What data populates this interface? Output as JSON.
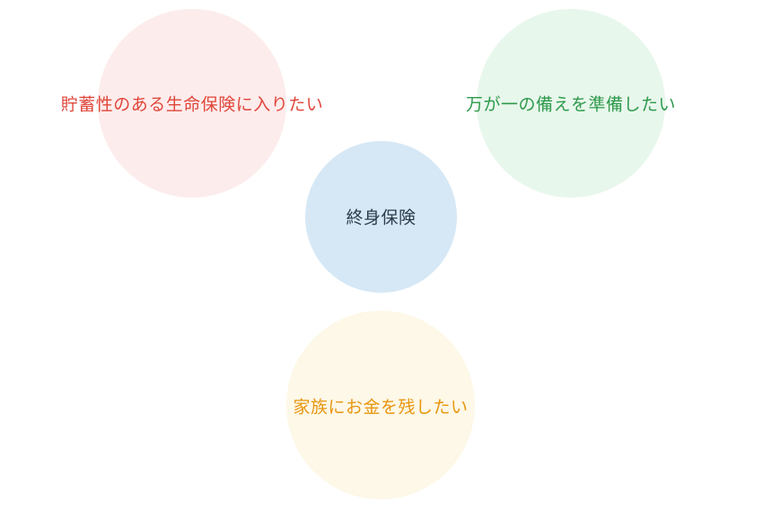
{
  "center": {
    "label": "終身保険",
    "color": "#2b3a4a",
    "fill": "#d6e8f6"
  },
  "needs": [
    {
      "label": "貯蓄性のある生命保険に入りたい",
      "color": "#e0463a",
      "fill": "#fdecec"
    },
    {
      "label": "万が一の備えを準備したい",
      "color": "#2e9a4c",
      "fill": "#e8f7ec"
    },
    {
      "label": "家族にお金を残したい",
      "color": "#e8960f",
      "fill": "#fdf8e7"
    }
  ]
}
